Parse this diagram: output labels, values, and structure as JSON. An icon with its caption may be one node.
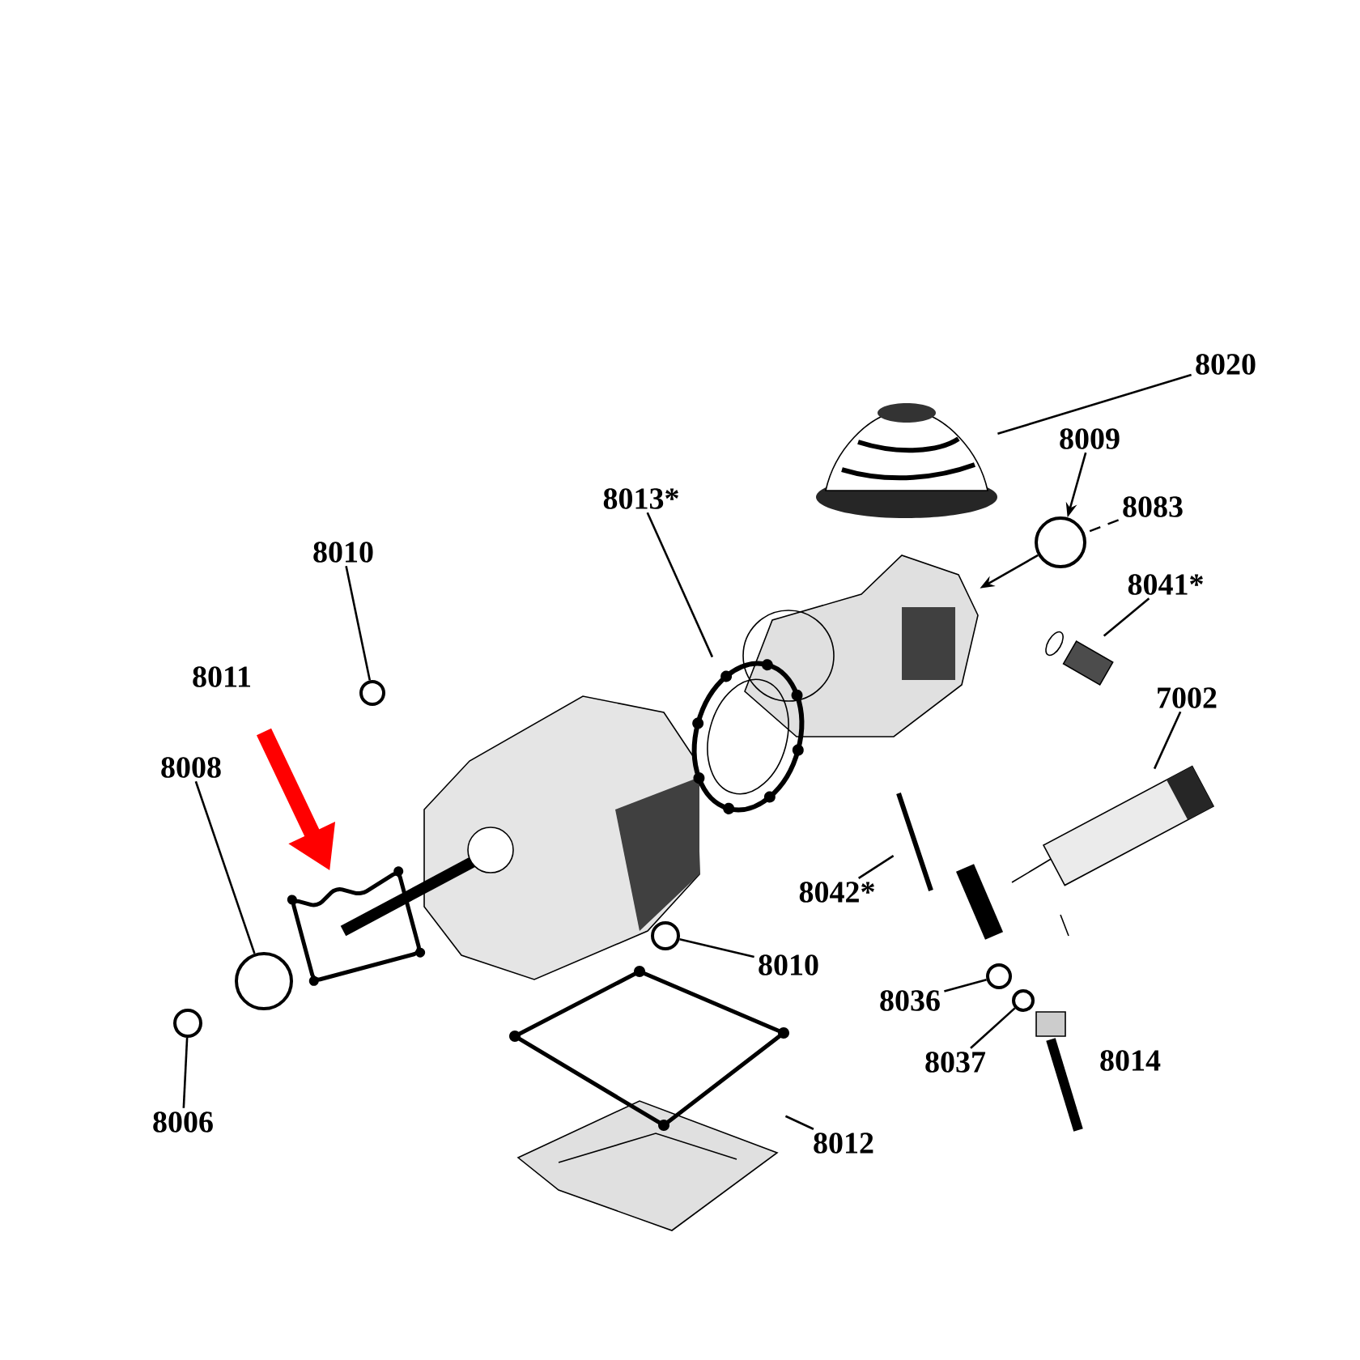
{
  "diagram": {
    "nodes": [
      {
        "text": [
          "8020"
        ]
      },
      {
        "text": [],
        "shape": "picture"
      },
      {
        "text": [
          "8009"
        ]
      },
      {
        "text": [],
        "shape": "circle"
      },
      {
        "text": [
          "8083"
        ]
      },
      {
        "text": [],
        "shape": "picture"
      },
      {
        "text": [
          "8041*"
        ]
      },
      {
        "text": [],
        "shape": "picture"
      },
      {
        "text": [
          "7002"
        ]
      },
      {
        "text": [],
        "shape": "picture"
      },
      {
        "text": [
          "8013*"
        ]
      },
      {
        "text": [],
        "shape": "picture"
      },
      {
        "text": [
          "8010"
        ]
      },
      {
        "text": [],
        "shape": "circle"
      },
      {
        "text": [],
        "shape": "picture"
      },
      {
        "text": [
          "8008"
        ]
      },
      {
        "text": [],
        "shape": "circle"
      },
      {
        "text": [
          "8006"
        ]
      },
      {
        "text": [],
        "shape": "circle"
      },
      {
        "text": [
          "8042*"
        ]
      },
      {
        "text": [],
        "shape": "picture"
      },
      {
        "text": [
          "8010"
        ]
      },
      {
        "text": [],
        "shape": "circle"
      },
      {
        "text": [
          "8036"
        ]
      },
      {
        "text": [],
        "shape": "circle"
      },
      {
        "text": [
          "8037"
        ]
      },
      {
        "text": [],
        "shape": "circle"
      },
      {
        "text": [
          "8012"
        ]
      },
      {
        "text": [],
        "shape": "picture"
      }
    ],
    "edges": [
      {
        "from": 0,
        "to": 1,
        "arrow": "none"
      },
      {
        "from": 2,
        "to": 3,
        "arrow": "to"
      },
      {
        "from": 4,
        "to": 3,
        "arrow": "none",
        "style": "dashed"
      },
      {
        "from": 3,
        "to": 5,
        "arrow": "to"
      },
      {
        "from": 6,
        "to": 7,
        "arrow": "none"
      },
      {
        "from": 8,
        "to": 9,
        "arrow": "none"
      },
      {
        "from": 10,
        "to": 11,
        "arrow": "none"
      },
      {
        "from": 12,
        "to": 13,
        "arrow": "none"
      },
      {
        "from": null,
        "to": 14,
        "arrow": "to",
        "style": "thick",
        "color": "#ff0000"
      },
      {
        "from": 15,
        "to": 16,
        "arrow": "none"
      },
      {
        "from": 17,
        "to": 18,
        "arrow": "none"
      },
      {
        "from": 19,
        "to": 20,
        "arrow": "none"
      },
      {
        "from": 21,
        "to": 22,
        "arrow": "none"
      },
      {
        "from": 23,
        "to": 24,
        "arrow": "none"
      },
      {
        "from": 25,
        "to": 26,
        "arrow": "none"
      },
      {
        "from": 27,
        "to": 28,
        "arrow": "none"
      }
    ],
    "labels": [
      "8011",
      "8014"
    ]
  }
}
